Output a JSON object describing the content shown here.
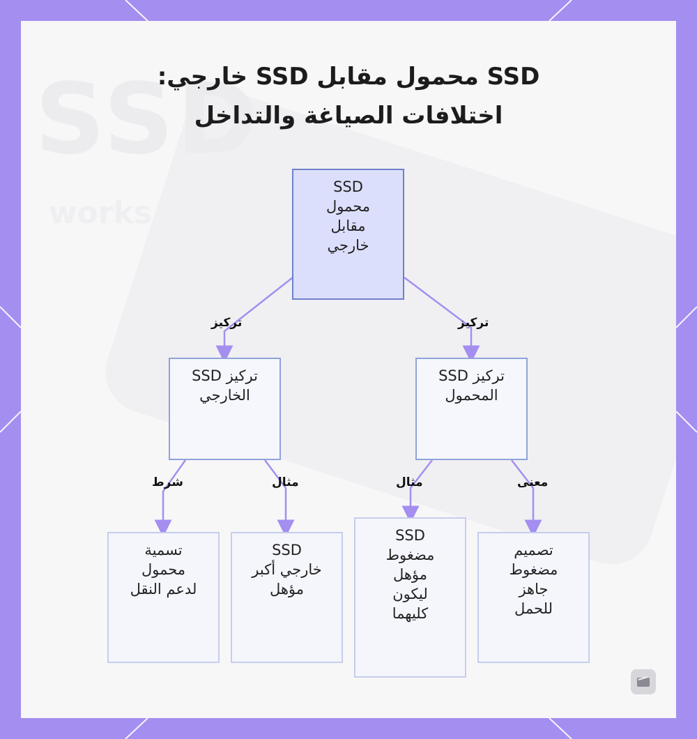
{
  "title": {
    "line1": "SSD محمول مقابل SSD خارجي:",
    "line2": "اختلافات الصياغة والتداخل"
  },
  "background": {
    "ghost_text": "SSD",
    "ghost_subtext": "works"
  },
  "nodes": {
    "root": [
      "SSD",
      "محمول",
      "مقابل",
      "خارجي"
    ],
    "external_focus": [
      "تركيز SSD",
      "الخارجي"
    ],
    "portable_focus": [
      "تركيز SSD",
      "المحمول"
    ],
    "leaf_naming": [
      "تسمية",
      "محمول",
      "لدعم النقل"
    ],
    "leaf_external_larger": [
      "SSD",
      "خارجي أكبر",
      "مؤهل"
    ],
    "leaf_compact_both": [
      "SSD",
      "مضغوط",
      "مؤهل",
      "ليكون",
      "كليهما"
    ],
    "leaf_compact_design": [
      "تصميم",
      "مضغوط",
      "جاهز",
      "للحمل"
    ]
  },
  "edge_labels": {
    "root_to_external": "تركيز",
    "root_to_portable": "تركيز",
    "external_condition": "شرط",
    "external_example": "مثال",
    "portable_example": "مثال",
    "portable_meaning": "معنى"
  },
  "colors": {
    "frame": "#a48ef0",
    "root_fill": "#dcdffb",
    "edge": "#a48ef0"
  }
}
